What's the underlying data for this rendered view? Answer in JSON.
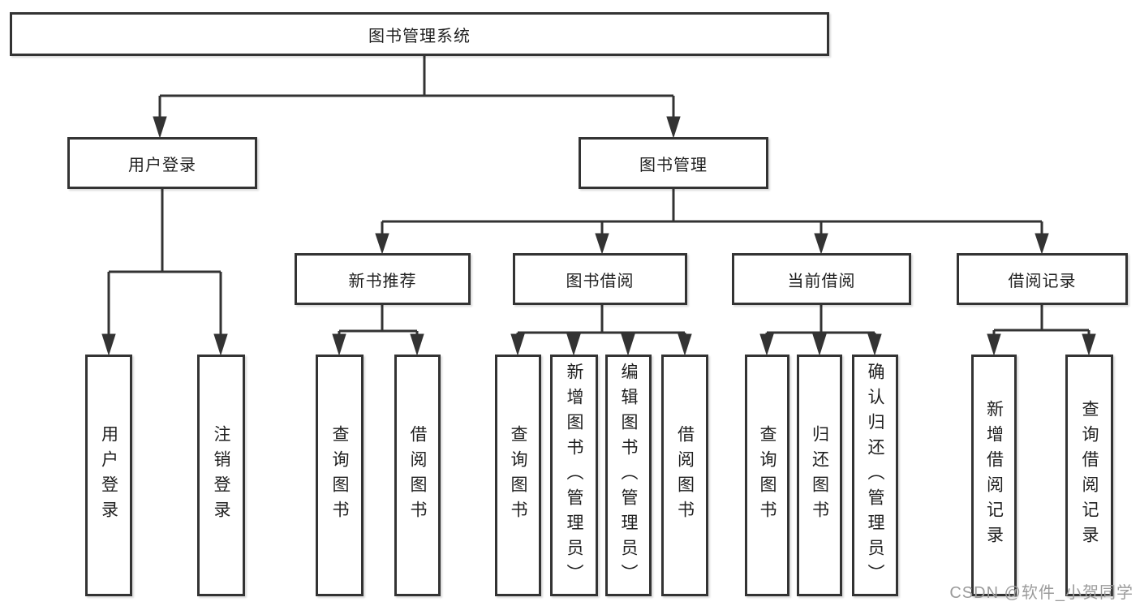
{
  "diagram": {
    "root": {
      "label": "图书管理系统",
      "children": [
        {
          "label": "用户登录",
          "children": [
            {
              "label": "用户登录"
            },
            {
              "label": "注销登录"
            }
          ]
        },
        {
          "label": "图书管理",
          "children": [
            {
              "label": "新书推荐",
              "children": [
                {
                  "label": "查询图书"
                },
                {
                  "label": "借阅图书"
                }
              ]
            },
            {
              "label": "图书借阅",
              "children": [
                {
                  "label": "查询图书"
                },
                {
                  "label": "新增图书（管理员）"
                },
                {
                  "label": "编辑图书（管理员）"
                },
                {
                  "label": "借阅图书"
                }
              ]
            },
            {
              "label": "当前借阅",
              "children": [
                {
                  "label": "查询图书"
                },
                {
                  "label": "归还图书"
                },
                {
                  "label": "确认归还（管理员）"
                }
              ]
            },
            {
              "label": "借阅记录",
              "children": [
                {
                  "label": "新增借阅记录"
                },
                {
                  "label": "查询借阅记录"
                }
              ]
            }
          ]
        }
      ]
    },
    "watermark": "CSDN @软件_小贺同学",
    "colors": {
      "line": "#333333",
      "text": "#1f1f1f",
      "box_background": "#ffffff",
      "watermark": "#9b9b9b"
    }
  }
}
